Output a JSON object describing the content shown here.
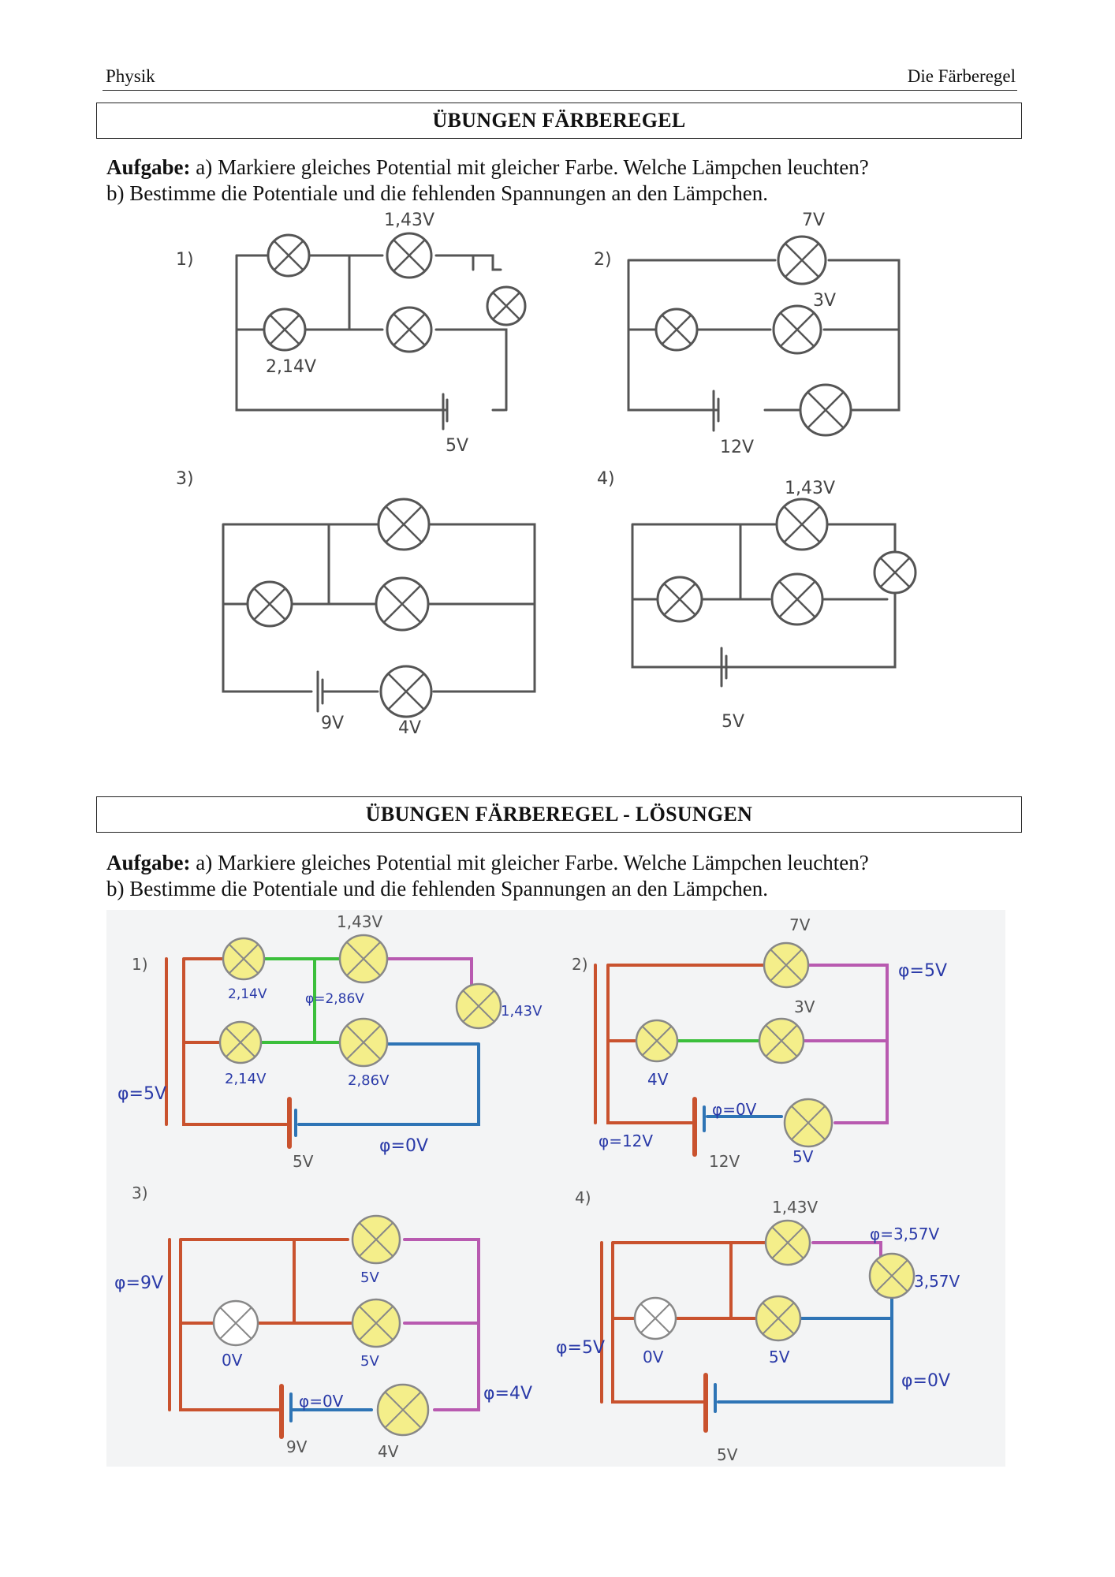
{
  "header": {
    "subject": "Physik",
    "topic": "Die Färberegel"
  },
  "exercise": {
    "title": "ÜBUNGEN FÄRBEREGEL",
    "task_label": "Aufgabe:",
    "task_a": "a) Markiere gleiches Potential mit gleicher Farbe. Welche Lämpchen leuchten?",
    "task_b": "b) Bestimme die Potentiale und die fehlenden Spannungen an den Lämpchen."
  },
  "exercise_labels": {
    "c1": {
      "num": "1)",
      "top": "1,43V",
      "bottom": "2,14V",
      "battery": "5V"
    },
    "c2": {
      "num": "2)",
      "top": "7V",
      "middle": "3V",
      "battery": "12V"
    },
    "c3": {
      "num": "3)",
      "battery": "9V",
      "lamp": "4V"
    },
    "c4": {
      "num": "4)",
      "top": "1,43V",
      "battery": "5V"
    }
  },
  "solution": {
    "title": "ÜBUNGEN FÄRBEREGEL -  LÖSUNGEN",
    "task_label": "Aufgabe:",
    "task_a": "a) Markiere gleiches Potential mit gleicher Farbe. Welche Lämpchen leuchten?",
    "task_b": "b) Bestimme die Potentiale und die fehlenden Spannungen an den Lämpchen."
  },
  "solution_labels": {
    "c1": {
      "num": "1)",
      "top": "1,43V",
      "l1": "2,14V",
      "mid_phi": "φ=2,86V",
      "right": "1,43V",
      "l2": "2,14V",
      "l3": "2,86V",
      "phi_left": "φ=5V",
      "battery": "5V",
      "phi_bottom": "φ=0V"
    },
    "c2": {
      "num": "2)",
      "top": "7V",
      "phi_right": "φ=5V",
      "middle": "3V",
      "left": "4V",
      "phi_zero": "φ=0V",
      "phi_left": "φ=12V",
      "battery": "12V",
      "bottom": "5V"
    },
    "c3": {
      "num": "3)",
      "top": "5V",
      "phi_left": "φ=9V",
      "off": "0V",
      "middle": "5V",
      "phi_right": "φ=4V",
      "phi_zero": "φ=0V",
      "battery": "9V",
      "bottom": "4V"
    },
    "c4": {
      "num": "4)",
      "top": "1,43V",
      "phi_top": "φ=3,57V",
      "right": "3,57V",
      "phi_left": "φ=5V",
      "off": "0V",
      "middle": "5V",
      "phi_zero": "φ=0V",
      "battery": "5V"
    }
  },
  "colors": {
    "wire": "#555555",
    "ink": "#2a3aa8",
    "red": "#c9522e",
    "green": "#3bbf3b",
    "purple": "#b85ab0",
    "blue": "#2e74b5",
    "lamp_on": "#f4ee8a",
    "paper": "#f3f4f5"
  }
}
